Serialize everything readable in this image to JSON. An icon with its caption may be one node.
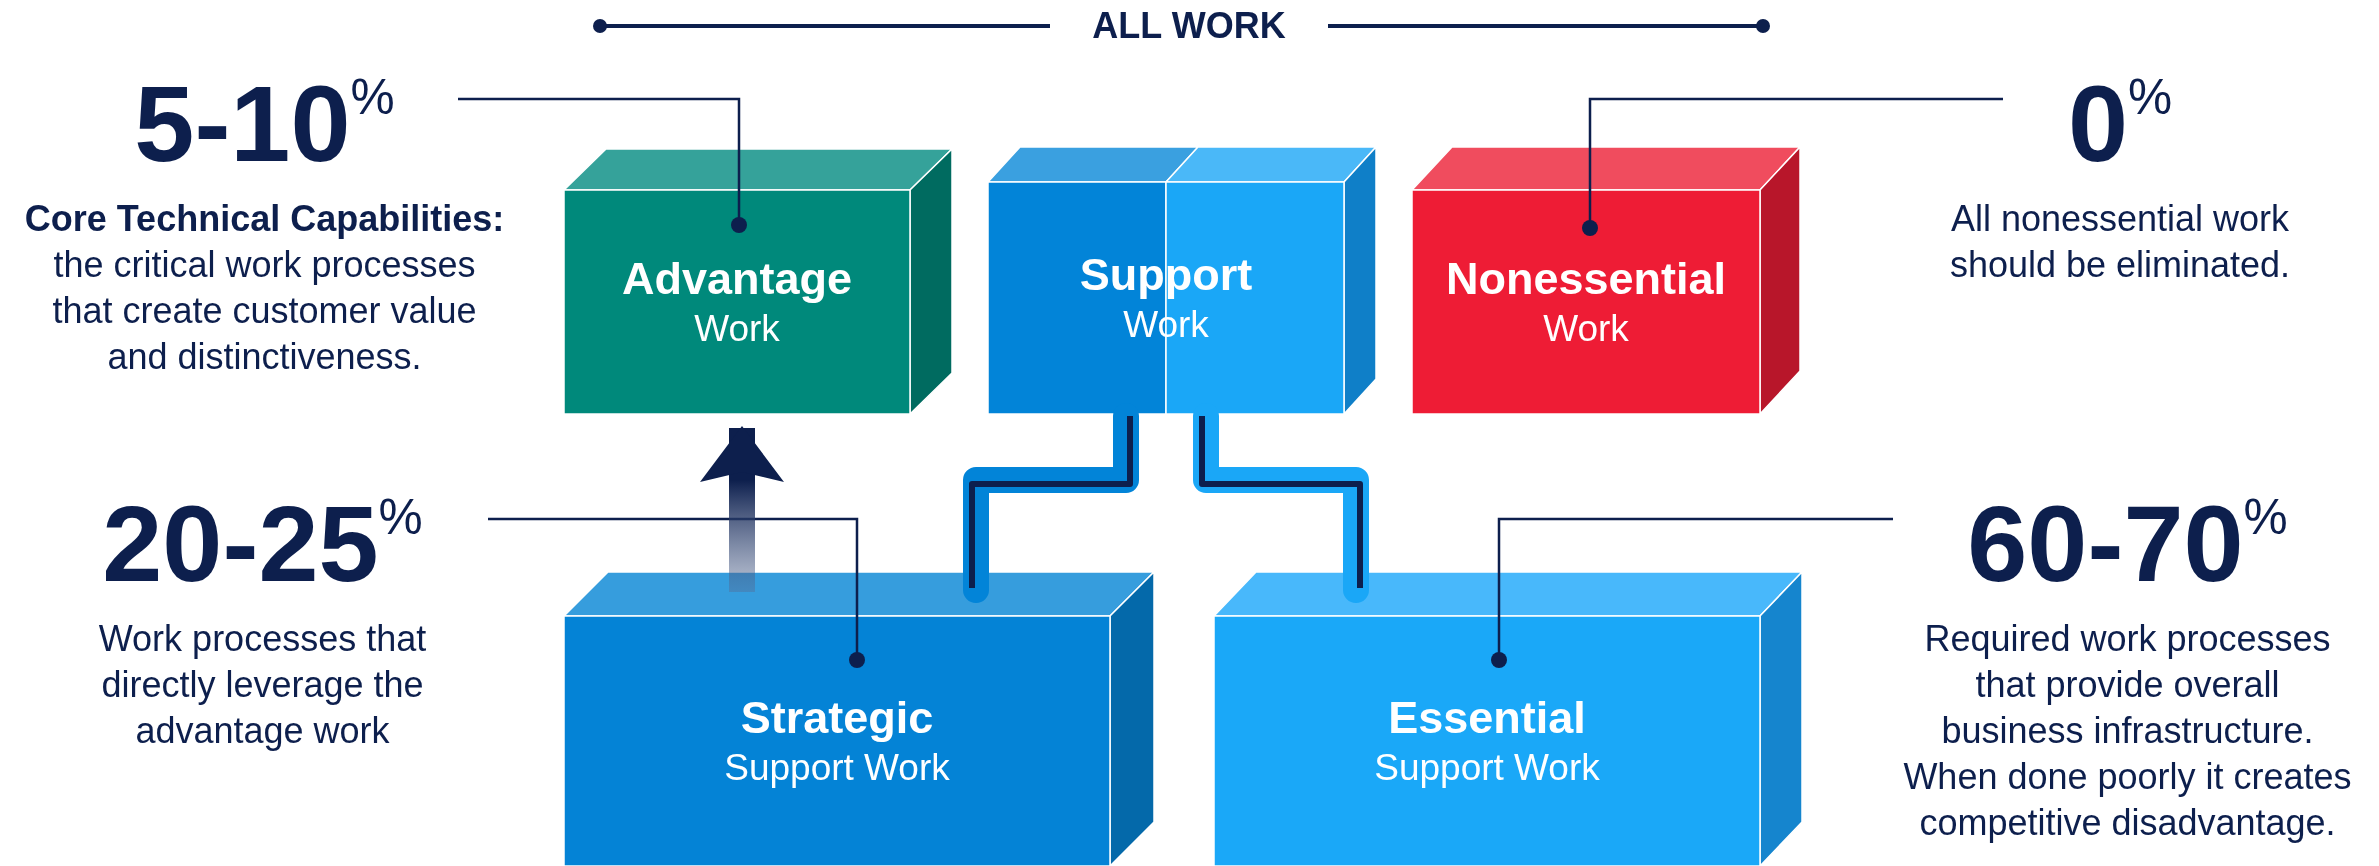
{
  "diagram": {
    "title": "ALL WORK",
    "nodes": [
      {
        "text": [
          "5-10$^{%}$",
          "**Core Technical Capabilities:** the critical work processes that create customer value and distinctiveness."
        ]
      },
      {
        "text": [
          "Advantage",
          "Work"
        ]
      },
      {
        "text": [
          "Support",
          "Work"
        ]
      },
      {
        "text": [
          "Nonessential",
          "Work"
        ]
      },
      {
        "text": [
          "0$^{%}$",
          "All nonessential work should be eliminated."
        ]
      },
      {
        "text": [
          "20-25$^{%}$",
          "Work processes that directly leverage the advantage work"
        ]
      },
      {
        "text": [
          "Strategic",
          "Support Work"
        ]
      },
      {
        "text": [
          "Essential",
          "Support Work"
        ]
      },
      {
        "text": [
          "60-70$^{%}$",
          "Required work processes that provide overall business infrastructure. When done poorly it creates competitive disadvantage."
        ]
      }
    ],
    "edges": [
      {
        "from": 0,
        "to": 1,
        "arrow": "other"
      },
      {
        "from": 4,
        "to": 3,
        "arrow": "other"
      },
      {
        "from": 5,
        "to": 6,
        "arrow": "other"
      },
      {
        "from": 8,
        "to": 7,
        "arrow": "other"
      },
      {
        "from": 6,
        "to": 1,
        "arrow": "to",
        "style": "thick"
      },
      {
        "from": 2,
        "to": 6,
        "arrow": "none",
        "style": "thick",
        "color": "#0284d8"
      },
      {
        "from": 2,
        "to": 7,
        "arrow": "none",
        "style": "thick",
        "color": "#1aa7f7"
      }
    ]
  }
}
